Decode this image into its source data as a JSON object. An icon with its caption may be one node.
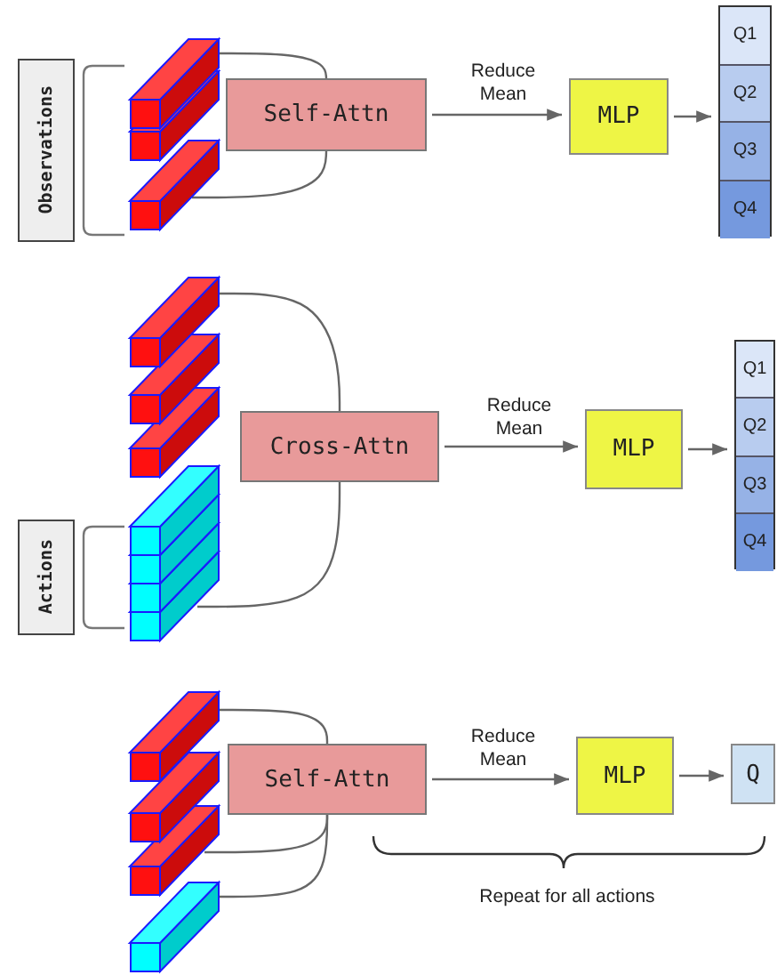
{
  "diagram": {
    "nodes": [
      {
        "text": [
          "Observations"
        ]
      },
      {
        "text": [],
        "shape": "picture"
      },
      {
        "text": [
          "Self-Attn"
        ]
      },
      {
        "text": [
          "MLP"
        ]
      },
      {
        "text": [],
        "shape": "box"
      },
      {
        "text": [
          "Q1"
        ],
        "in": 4
      },
      {
        "text": [
          "Q2"
        ],
        "in": 4
      },
      {
        "text": [
          "Q3"
        ],
        "in": 4
      },
      {
        "text": [
          "Q4"
        ],
        "in": 4
      },
      {
        "text": [],
        "shape": "picture"
      },
      {
        "text": [
          "Actions"
        ]
      },
      {
        "text": [],
        "shape": "picture"
      },
      {
        "text": [
          "Cross-Attn"
        ]
      },
      {
        "text": [
          "MLP"
        ]
      },
      {
        "text": [],
        "shape": "box"
      },
      {
        "text": [
          "Q1"
        ],
        "in": 14
      },
      {
        "text": [
          "Q2"
        ],
        "in": 14
      },
      {
        "text": [
          "Q3"
        ],
        "in": 14
      },
      {
        "text": [
          "Q4"
        ],
        "in": 14
      },
      {
        "text": [],
        "shape": "picture"
      },
      {
        "text": [],
        "shape": "picture"
      },
      {
        "text": [
          "Self-Attn"
        ]
      },
      {
        "text": [
          "MLP"
        ]
      },
      {
        "text": [
          "Q"
        ]
      }
    ],
    "edges": [
      {
        "from": 1,
        "to": 2,
        "arrow": "none"
      },
      {
        "from": 1,
        "to": 2,
        "arrow": "none"
      },
      {
        "from": 2,
        "to": 3,
        "arrow": "to",
        "label": "Reduce Mean"
      },
      {
        "from": 3,
        "to": 4,
        "arrow": "to"
      },
      {
        "from": 9,
        "to": 12,
        "arrow": "none"
      },
      {
        "from": 11,
        "to": 12,
        "arrow": "none"
      },
      {
        "from": 12,
        "to": 13,
        "arrow": "to",
        "label": "Reduce Mean"
      },
      {
        "from": 13,
        "to": 14,
        "arrow": "to"
      },
      {
        "from": 19,
        "to": 21,
        "arrow": "none"
      },
      {
        "from": 19,
        "to": 21,
        "arrow": "none"
      },
      {
        "from": 20,
        "to": 21,
        "arrow": "none"
      },
      {
        "from": 21,
        "to": 22,
        "arrow": "to",
        "label": "Reduce Mean"
      },
      {
        "from": 22,
        "to": 23,
        "arrow": "to"
      }
    ],
    "labels": [
      "Repeat for all actions"
    ]
  }
}
